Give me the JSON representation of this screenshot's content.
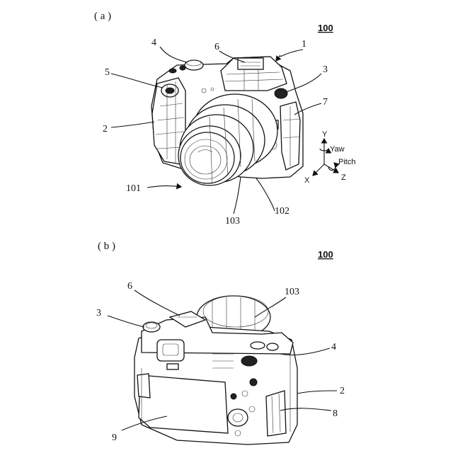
{
  "panel_a": {
    "letter": "( a )",
    "ref_number": "100",
    "labels": {
      "l1": "1",
      "l2": "2",
      "l3": "3",
      "l4": "4",
      "l5": "5",
      "l6": "6",
      "l7": "7",
      "l101": "101",
      "l102": "102",
      "l103": "103"
    },
    "axes": {
      "y": "Y",
      "x": "X",
      "z": "Z",
      "yaw": "Yaw",
      "pitch": "Pitch"
    }
  },
  "panel_b": {
    "letter": "( b )",
    "ref_number": "100",
    "labels": {
      "l2": "2",
      "l3": "3",
      "l4": "4",
      "l6": "6",
      "l8": "8",
      "l9": "9",
      "l103": "103"
    }
  }
}
